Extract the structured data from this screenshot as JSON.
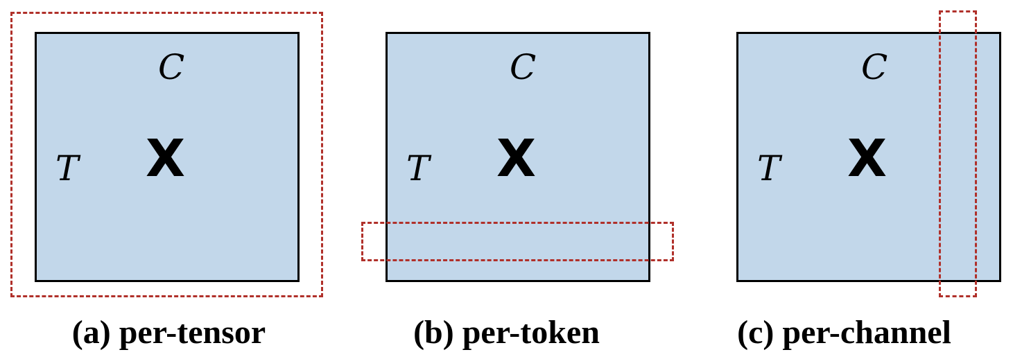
{
  "panels": [
    {
      "id": "per-tensor",
      "caption": "(a) per-tensor",
      "col_label": "C",
      "row_label": "T",
      "matrix_label": "X"
    },
    {
      "id": "per-token",
      "caption": "(b) per-token",
      "col_label": "C",
      "row_label": "T",
      "matrix_label": "X"
    },
    {
      "id": "per-channel",
      "caption": "(c) per-channel",
      "col_label": "C",
      "row_label": "T",
      "matrix_label": "X"
    }
  ],
  "colors": {
    "matrix_fill": "#c2d7ea",
    "matrix_border": "#000000",
    "dashed_box": "#b0302a"
  }
}
